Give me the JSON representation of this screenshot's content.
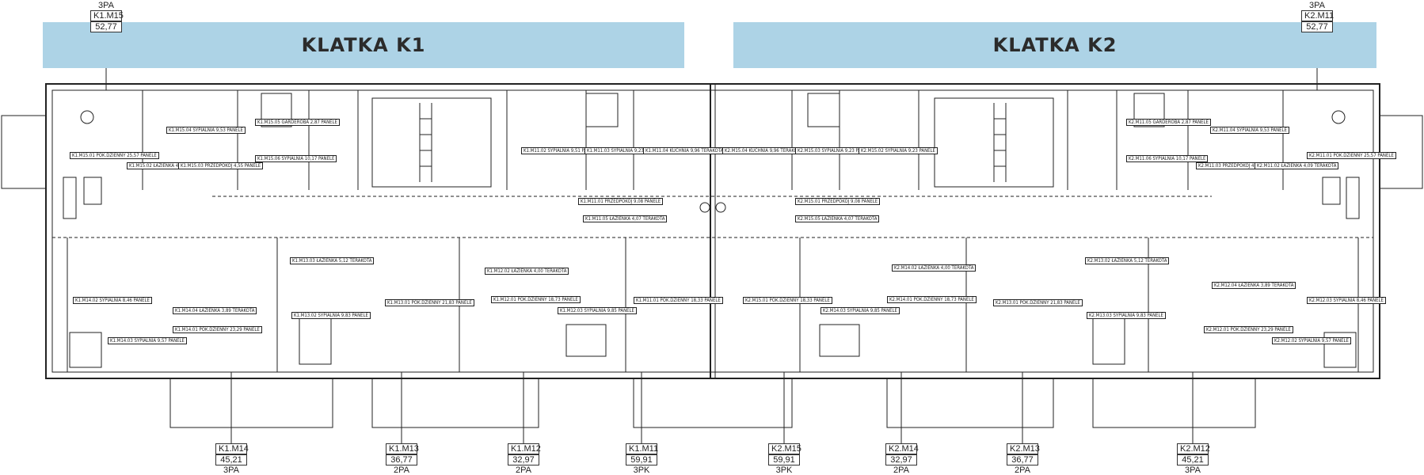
{
  "banners": [
    {
      "title": "KLATKA K1"
    },
    {
      "title": "KLATKA K2"
    }
  ],
  "top_tags": [
    {
      "type": "3PA",
      "id": "K1.M15",
      "area": "52,77"
    },
    {
      "type": "3PA",
      "id": "K2.M11",
      "area": "52,77"
    }
  ],
  "bottom_tags": [
    {
      "id": "K1.M14",
      "area": "45,21",
      "type": "3PA"
    },
    {
      "id": "K1.M13",
      "area": "36,77",
      "type": "2PA"
    },
    {
      "id": "K1.M12",
      "area": "32,97",
      "type": "2PA"
    },
    {
      "id": "K1.M11",
      "area": "59,91",
      "type": "3PK"
    },
    {
      "id": "K2.M15",
      "area": "59,91",
      "type": "3PK"
    },
    {
      "id": "K2.M14",
      "area": "32,97",
      "type": "2PA"
    },
    {
      "id": "K2.M13",
      "area": "36,77",
      "type": "2PA"
    },
    {
      "id": "K2.M12",
      "area": "45,21",
      "type": "3PA"
    }
  ],
  "rooms": [
    {
      "text": "K1.M15.01 POK.DZIENNY 25,57 PANELE"
    },
    {
      "text": "K1.M15.02 ŁAZIENKA 4,09 TERAKOTA"
    },
    {
      "text": "K1.M15.03 PRZEDPOKÓJ 4,55 PANELE"
    },
    {
      "text": "K1.M15.04 SYPIALNIA 9,53 PANELE"
    },
    {
      "text": "K1.M15.05 GARDEROBA 2,87 PANELE"
    },
    {
      "text": "K1.M15.06 SYPIALNIA 10,17 PANELE"
    },
    {
      "text": "K1.M11.02 SYPIALNIA 9,51 PANELE"
    },
    {
      "text": "K1.M11.03 SYPIALNIA 9,23 PANELE"
    },
    {
      "text": "K1.M11.04 KUCHNIA 9,96 TERAKOTA"
    },
    {
      "text": "K1.M11.01 PRZEDPOKÓJ 9,08 PANELE"
    },
    {
      "text": "K1.M11.05 ŁAZIENKA 4,07 TERAKOTA"
    },
    {
      "text": "K1.M14.02 SYPIALNIA 8,46 PANELE"
    },
    {
      "text": "K1.M14.04 ŁAZIENKA 3,89 TERAKOTA"
    },
    {
      "text": "K1.M14.01 POK.DZIENNY 23,29 PANELE"
    },
    {
      "text": "K1.M14.03 SYPIALNIA 9,57 PANELE"
    },
    {
      "text": "K1.M13.03 ŁAZIENKA 5,12 TERAKOTA"
    },
    {
      "text": "K1.M13.02 SYPIALNIA 9,83 PANELE"
    },
    {
      "text": "K1.M13.01 POK.DZIENNY 21,83 PANELE"
    },
    {
      "text": "K1.M12.02 ŁAZIENKA 4,00 TERAKOTA"
    },
    {
      "text": "K1.M12.01 POK.DZIENNY 18,73 PANELE"
    },
    {
      "text": "K1.M12.03 SYPIALNIA 9,85 PANELE"
    },
    {
      "text": "K1.M11.01 POK.DZIENNY 18,33 PANELE"
    },
    {
      "text": "K2.M15.04 KUCHNIA 9,96 TERAKOTA"
    },
    {
      "text": "K2.M15.03 SYPIALNIA 9,23 PANELE"
    },
    {
      "text": "K2.M15.02 SYPIALNIA 9,23 PANELE"
    },
    {
      "text": "K2.M15.01 PRZEDPOKÓJ 9,08 PANELE"
    },
    {
      "text": "K2.M15.05 ŁAZIENKA 4,07 TERAKOTA"
    },
    {
      "text": "K2.M11.05 GARDEROBA 2,87 PANELE"
    },
    {
      "text": "K2.M11.06 SYPIALNIA 10,17 PANELE"
    },
    {
      "text": "K2.M11.04 SYPIALNIA 9,53 PANELE"
    },
    {
      "text": "K2.M11.03 PRZEDPOKÓJ 4,55 PANELE"
    },
    {
      "text": "K2.M11.02 ŁAZIENKA 4,09 TERAKOTA"
    },
    {
      "text": "K2.M11.01 POK.DZIENNY 25,57 PANELE"
    },
    {
      "text": "K2.M15.01 POK.DZIENNY 18,33 PANELE"
    },
    {
      "text": "K2.M14.03 SYPIALNIA 9,85 PANELE"
    },
    {
      "text": "K2.M14.02 ŁAZIENKA 4,00 TERAKOTA"
    },
    {
      "text": "K2.M14.01 POK.DZIENNY 18,73 PANELE"
    },
    {
      "text": "K2.M13.01 POK.DZIENNY 21,83 PANELE"
    },
    {
      "text": "K2.M13.02 ŁAZIENKA 5,12 TERAKOTA"
    },
    {
      "text": "K2.M13.03 SYPIALNIA 9,83 PANELE"
    },
    {
      "text": "K2.M12.04 ŁAZIENKA 3,89 TERAKOTA"
    },
    {
      "text": "K2.M12.03 SYPIALNIA 8,46 PANELE"
    },
    {
      "text": "K2.M12.01 POK.DZIENNY 23,29 PANELE"
    },
    {
      "text": "K2.M12.02 SYPIALNIA 9,57 PANELE"
    }
  ],
  "colors": {
    "banner": "#add3e6",
    "lines": "#222222"
  }
}
